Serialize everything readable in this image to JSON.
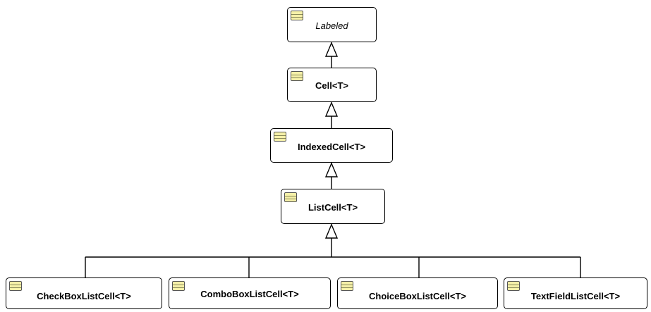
{
  "diagram": {
    "nodes": {
      "labeled": "Labeled",
      "cell": "Cell<T>",
      "indexed_cell": "IndexedCell<T>",
      "list_cell": "ListCell<T>",
      "check_box_list_cell": "CheckBoxListCell<T>",
      "combo_box_list_cell": "ComboBoxListCell<T>",
      "choice_box_list_cell": "ChoiceBoxListCell<T>",
      "text_field_list_cell": "TextFieldListCell<T>"
    },
    "colors": {
      "icon_fill": "#f5f0a8",
      "border": "#000000",
      "background": "#ffffff"
    },
    "icons": {
      "class": "class-icon",
      "inheritance": "hollow-triangle-arrow-icon"
    }
  }
}
